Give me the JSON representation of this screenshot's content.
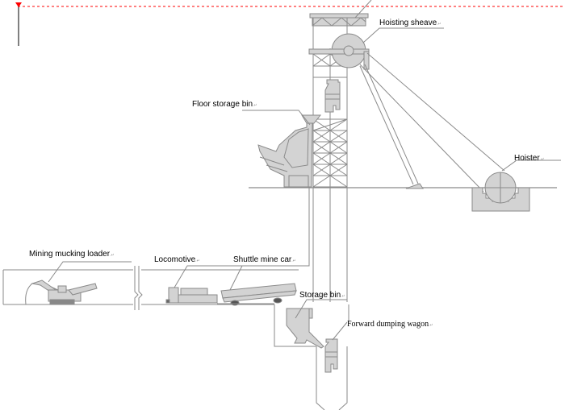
{
  "diagram": {
    "title": "Mine shaft hoisting system",
    "colors": {
      "stroke": "#8a8a8a",
      "fill": "#d3d3d3",
      "guide": "#ff0000",
      "text": "#000000"
    },
    "labels": {
      "hoisting_sheave": "Hoisting sheave",
      "floor_storage_bin": "Floor storage bin",
      "hoister": "Hoister",
      "mining_mucking_loader": "Mining mucking loader",
      "locomotive": "Locomotive",
      "shuttle_mine_car": "Shuttle mine car",
      "storage_bin": "Storage bin",
      "forward_dumping_wagon": "Forward dumping wagon"
    },
    "paragraph_mark": ".↵"
  }
}
